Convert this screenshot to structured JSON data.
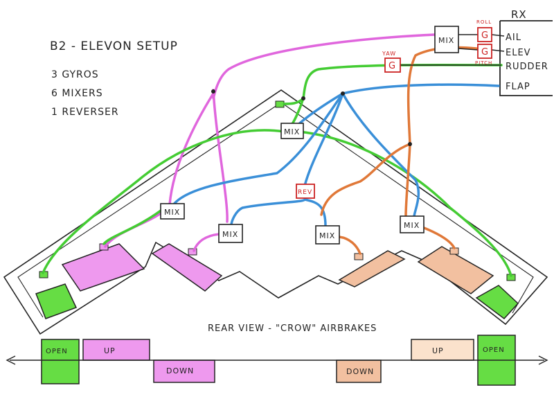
{
  "title": "B2 - ELEVON SETUP",
  "notes": [
    "3 GYROS",
    "6 MIXERS",
    "1 REVERSER"
  ],
  "receiver": {
    "label": "RX",
    "channels": [
      "AIL",
      "ELEV",
      "RUDDER",
      "FLAP"
    ]
  },
  "gyros": {
    "roll": {
      "label": "ROLL",
      "symbol": "G"
    },
    "pitch": {
      "label": "PITCH",
      "symbol": "G"
    },
    "yaw": {
      "label": "YAW",
      "symbol": "G"
    }
  },
  "mixer_label": "MIX",
  "reverser_label": "REV",
  "rear_view_caption": "REAR VIEW - \"CROW\" AIRBRAKES",
  "airbrakes": {
    "open": "OPEN",
    "up": "UP",
    "down": "DOWN"
  },
  "colors": {
    "magenta": "#e066dd",
    "green": "#44cc33",
    "blue": "#3a8fd8",
    "orange": "#e07838",
    "red": "#cc2222",
    "magenta_fill": "#ee99ee",
    "green_fill": "#66dd44",
    "orange_fill": "#f2c0a0",
    "ink": "#222222"
  }
}
